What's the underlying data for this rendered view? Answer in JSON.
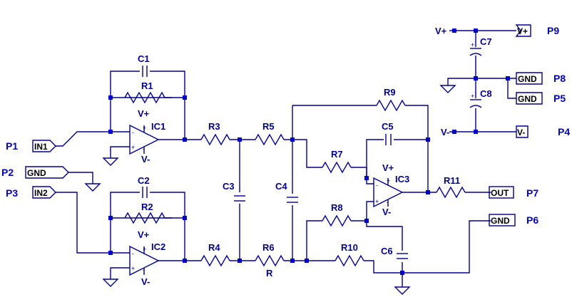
{
  "ports": {
    "p1": "P1",
    "p2": "P2",
    "p3": "P3",
    "p4": "P4",
    "p5": "P5",
    "p6": "P6",
    "p7": "P7",
    "p8": "P8",
    "p9": "P9"
  },
  "nets": {
    "in1": "IN1",
    "gnd": "GND",
    "in2": "IN2",
    "out": "OUT",
    "vplus": "V+",
    "vminus": "V-"
  },
  "components": {
    "c1": "C1",
    "c2": "C2",
    "c3": "C3",
    "c4": "C4",
    "c5": "C5",
    "c6": "C6",
    "c7": "C7",
    "c8": "C8",
    "r1": "R1",
    "r2": "R2",
    "r3": "R3",
    "r4": "R4",
    "r5": "R5",
    "r6": "R6",
    "r7": "R7",
    "r8": "R8",
    "r9": "R9",
    "r10": "R10",
    "r11": "R11",
    "r6_value": "R",
    "ic1": "IC1",
    "ic2": "IC2",
    "ic3": "IC3"
  },
  "supply": {
    "vplus": "V+",
    "vminus": "V-"
  },
  "opamp_pins": {
    "plus": "+",
    "minus": "-"
  },
  "colors": {
    "wire": "#00008b",
    "junction": "#0000c8",
    "port_label": "#0000c0"
  }
}
